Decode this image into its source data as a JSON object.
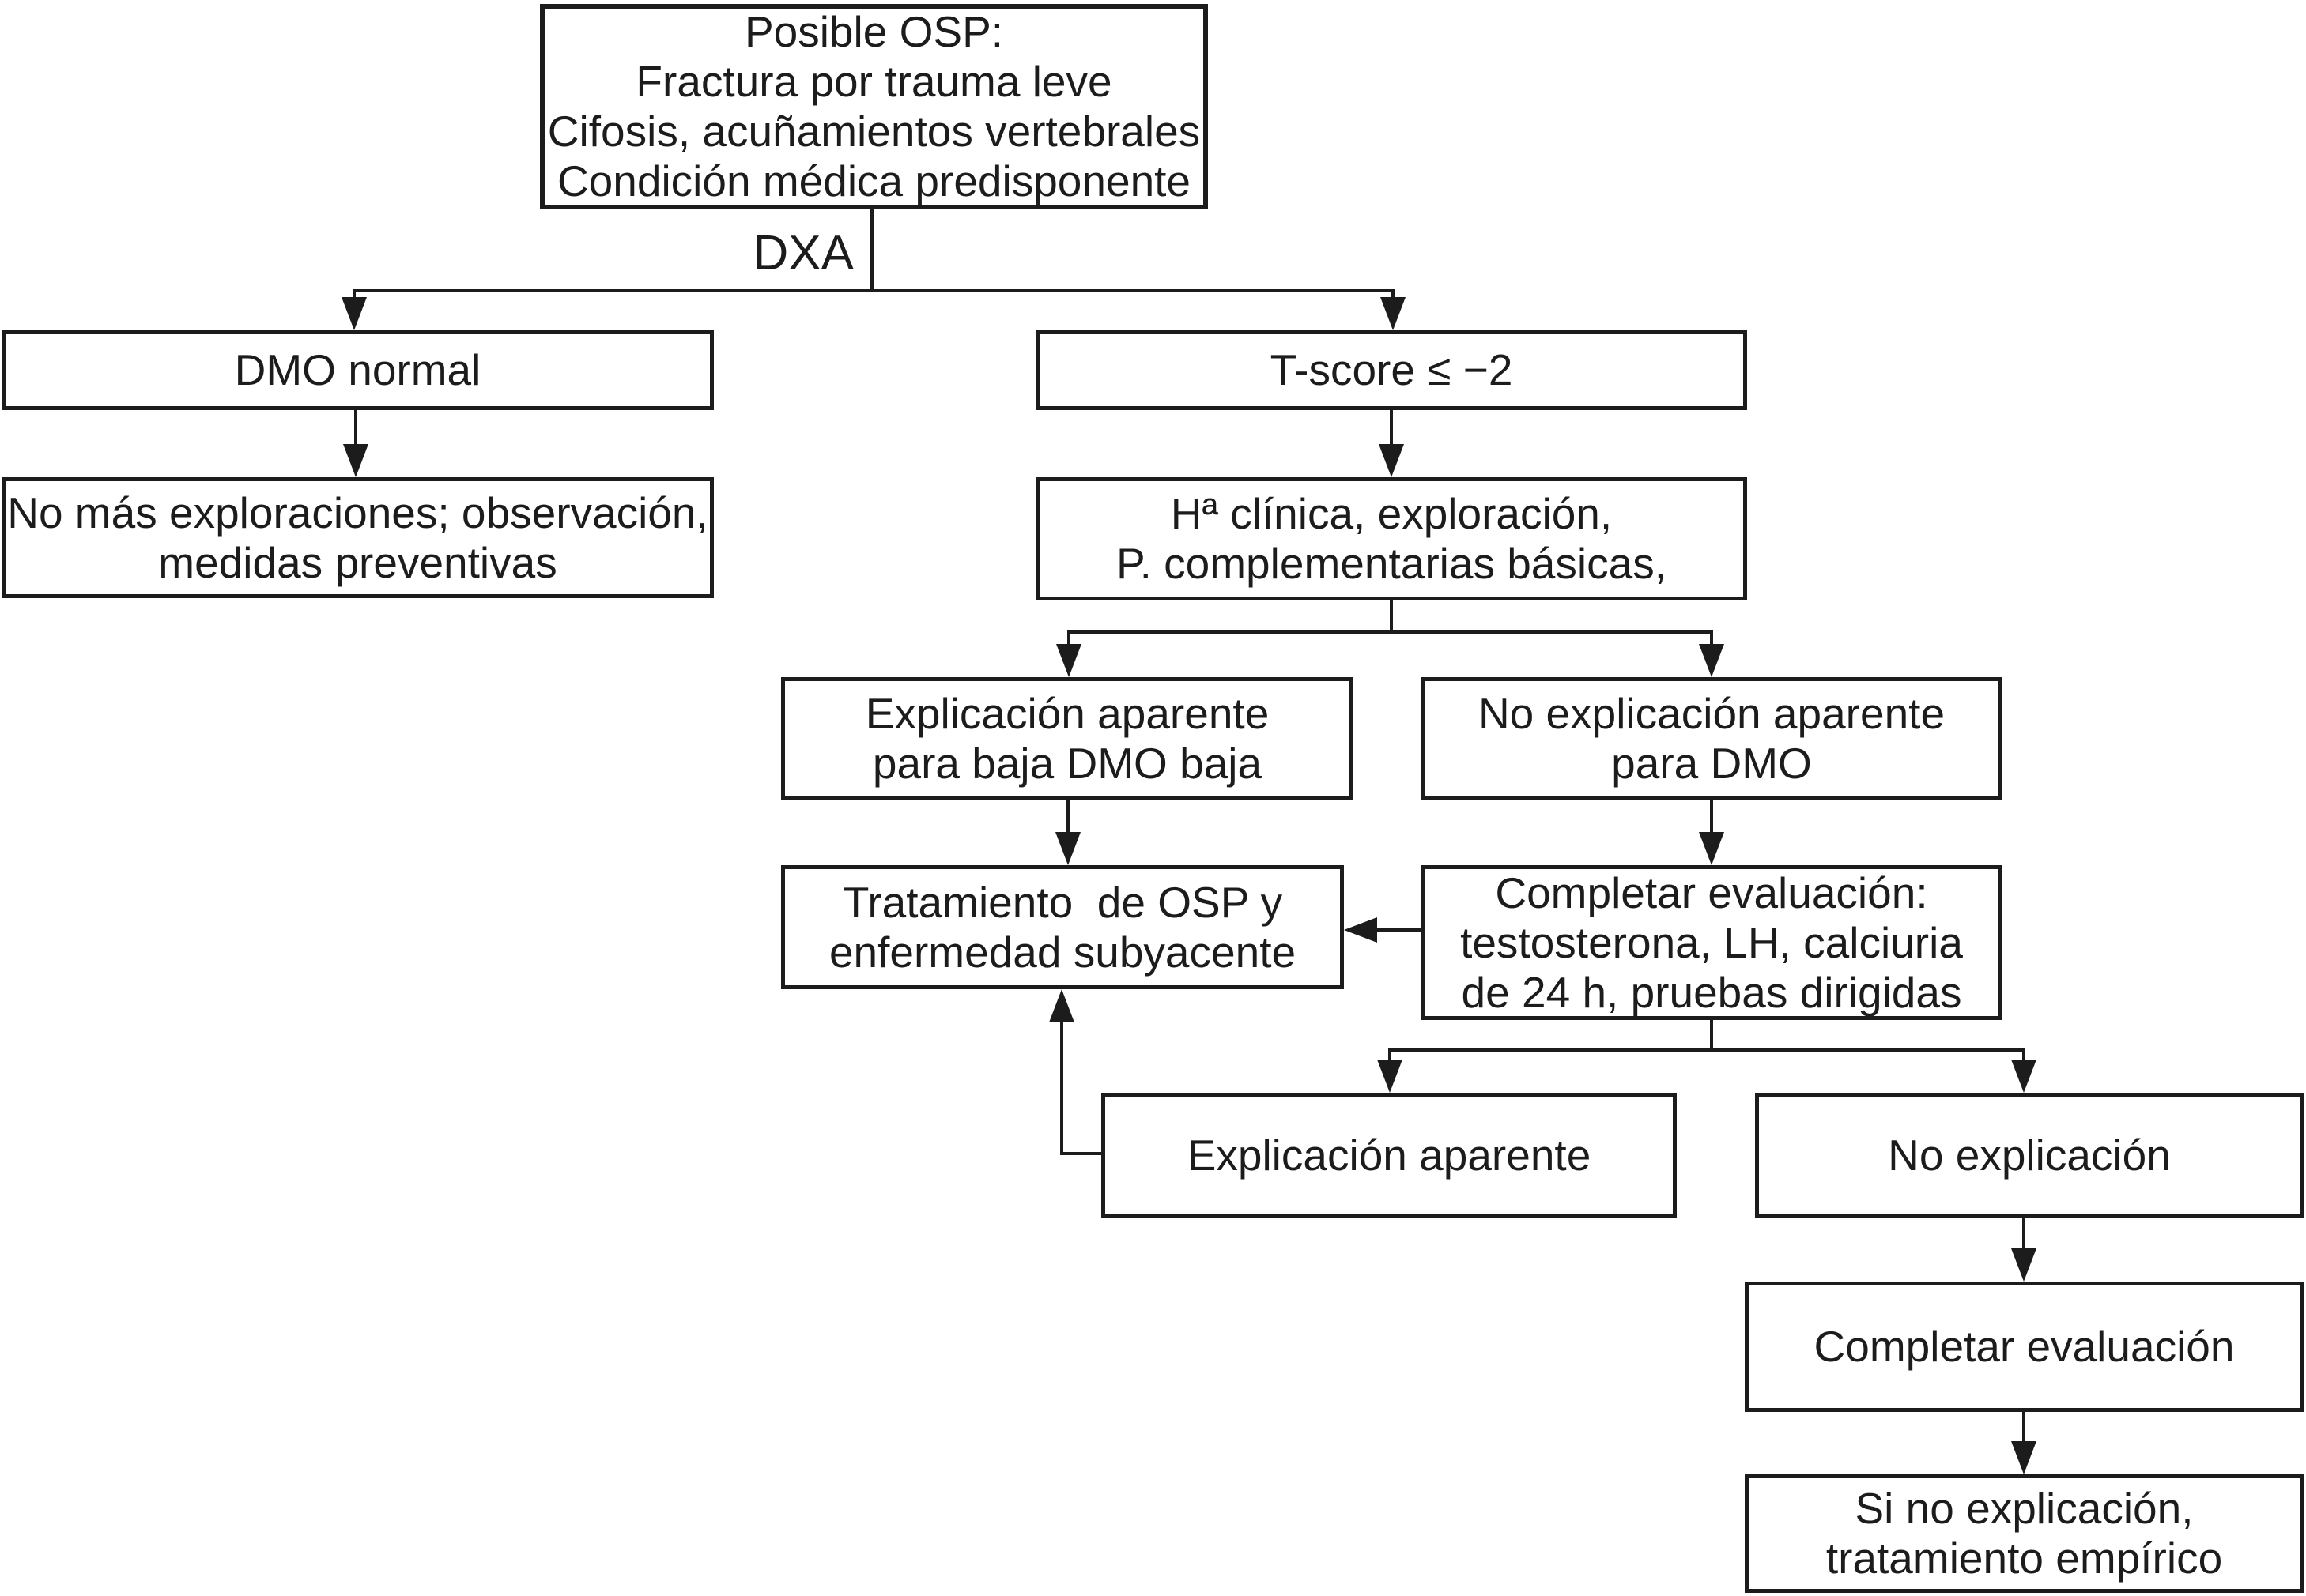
{
  "diagram": {
    "type": "flowchart",
    "language": "es",
    "colors": {
      "ink": "#1c1c1c",
      "background": "#ffffff"
    },
    "edge_labels": {
      "dxa": "DXA"
    },
    "nodes": {
      "posible_osp": {
        "lines": [
          "Posible OSP:",
          "Fractura por trauma leve",
          "Cifosis, acuñamientos vertebrales",
          "Condición médica predisponente"
        ]
      },
      "dmo_normal": {
        "lines": [
          "DMO normal"
        ]
      },
      "no_mas_exploraciones": {
        "lines": [
          "No más exploraciones; observación,",
          "medidas preventivas"
        ]
      },
      "t_score": {
        "lines": [
          "T-score ≤ −2"
        ]
      },
      "ha_clinica": {
        "lines": [
          "Hª clínica, exploración,",
          "P. complementarias básicas,"
        ]
      },
      "explicacion_aparente_dmo_baja": {
        "lines": [
          "Explicación aparente",
          "para baja DMO baja"
        ]
      },
      "no_explicacion_aparente": {
        "lines": [
          "No explicación aparente",
          "para DMO"
        ]
      },
      "tratamiento_osp": {
        "lines": [
          "Tratamiento  de OSP y",
          "enfermedad subyacente"
        ]
      },
      "completar_evaluacion_detallada": {
        "lines": [
          "Completar evaluación:",
          "testosterona, LH, calciuria",
          "de 24 h, pruebas dirigidas"
        ]
      },
      "explicacion_aparente": {
        "lines": [
          "Explicación aparente"
        ]
      },
      "no_explicacion": {
        "lines": [
          "No explicación"
        ]
      },
      "completar_evaluacion": {
        "lines": [
          "Completar evaluación"
        ]
      },
      "tratamiento_empirico": {
        "lines": [
          "Si no explicación,",
          "tratamiento empírico"
        ]
      }
    }
  }
}
